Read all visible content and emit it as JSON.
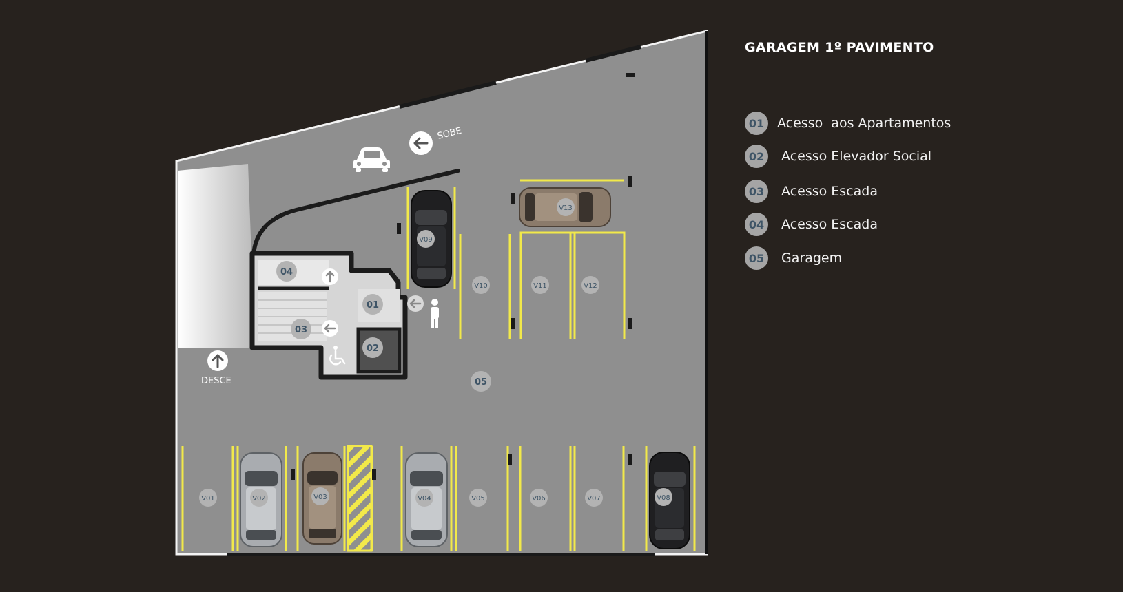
{
  "title": "GARAGEM 1º PAVIMENTO",
  "colors": {
    "background": "#27221e",
    "floor": "#8f8f8f",
    "parking_line": "#f2e94a",
    "badge_fill": "#a5a5a5",
    "badge_text": "#3e5466"
  },
  "legend": [
    {
      "num": "01",
      "label": "Acesso  aos Apartamentos"
    },
    {
      "num": "02",
      "label": " Acesso Elevador Social"
    },
    {
      "num": "03",
      "label": " Acesso Escada"
    },
    {
      "num": "04",
      "label": " Acesso Escada"
    },
    {
      "num": "05",
      "label": " Garagem"
    }
  ],
  "plan": {
    "ramp_up_label": "SOBE",
    "ramp_down_label": "DESCE",
    "zone_badges": {
      "z01": "01",
      "z02": "02",
      "z03": "03",
      "z04": "04",
      "z05": "05"
    },
    "spots": {
      "v01": "V01",
      "v02": "V02",
      "v03": "V03",
      "v04": "V04",
      "v05": "V05",
      "v06": "V06",
      "v07": "V07",
      "v08": "V08",
      "v09": "V09",
      "v10": "V10",
      "v11": "V11",
      "v12": "V12",
      "v13": "V13"
    },
    "icons": [
      "car-icon",
      "arrow-left-icon",
      "arrow-up-icon",
      "person-icon",
      "wheelchair-icon"
    ]
  }
}
